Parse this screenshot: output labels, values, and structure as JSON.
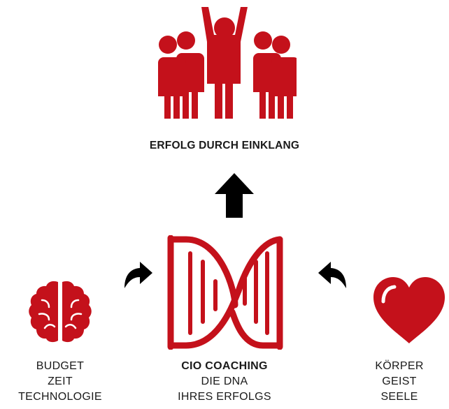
{
  "colors": {
    "accent": "#c4111b",
    "arrow": "#000000",
    "text": "#1a1a1a"
  },
  "top": {
    "icon": "group-celebrating-icon",
    "title": "ERFOLG DURCH EINKLANG"
  },
  "center": {
    "icon": "dna-helix-icon",
    "title": "CIO COACHING",
    "line1": "DIE DNA",
    "line2": "IHRES ERFOLGS"
  },
  "left": {
    "icon": "brain-icon",
    "line1": "BUDGET",
    "line2": "ZEIT",
    "line3": "TECHNOLOGIE"
  },
  "right": {
    "icon": "heart-icon",
    "line1": "KÖRPER",
    "line2": "GEIST",
    "line3": "SEELE"
  }
}
